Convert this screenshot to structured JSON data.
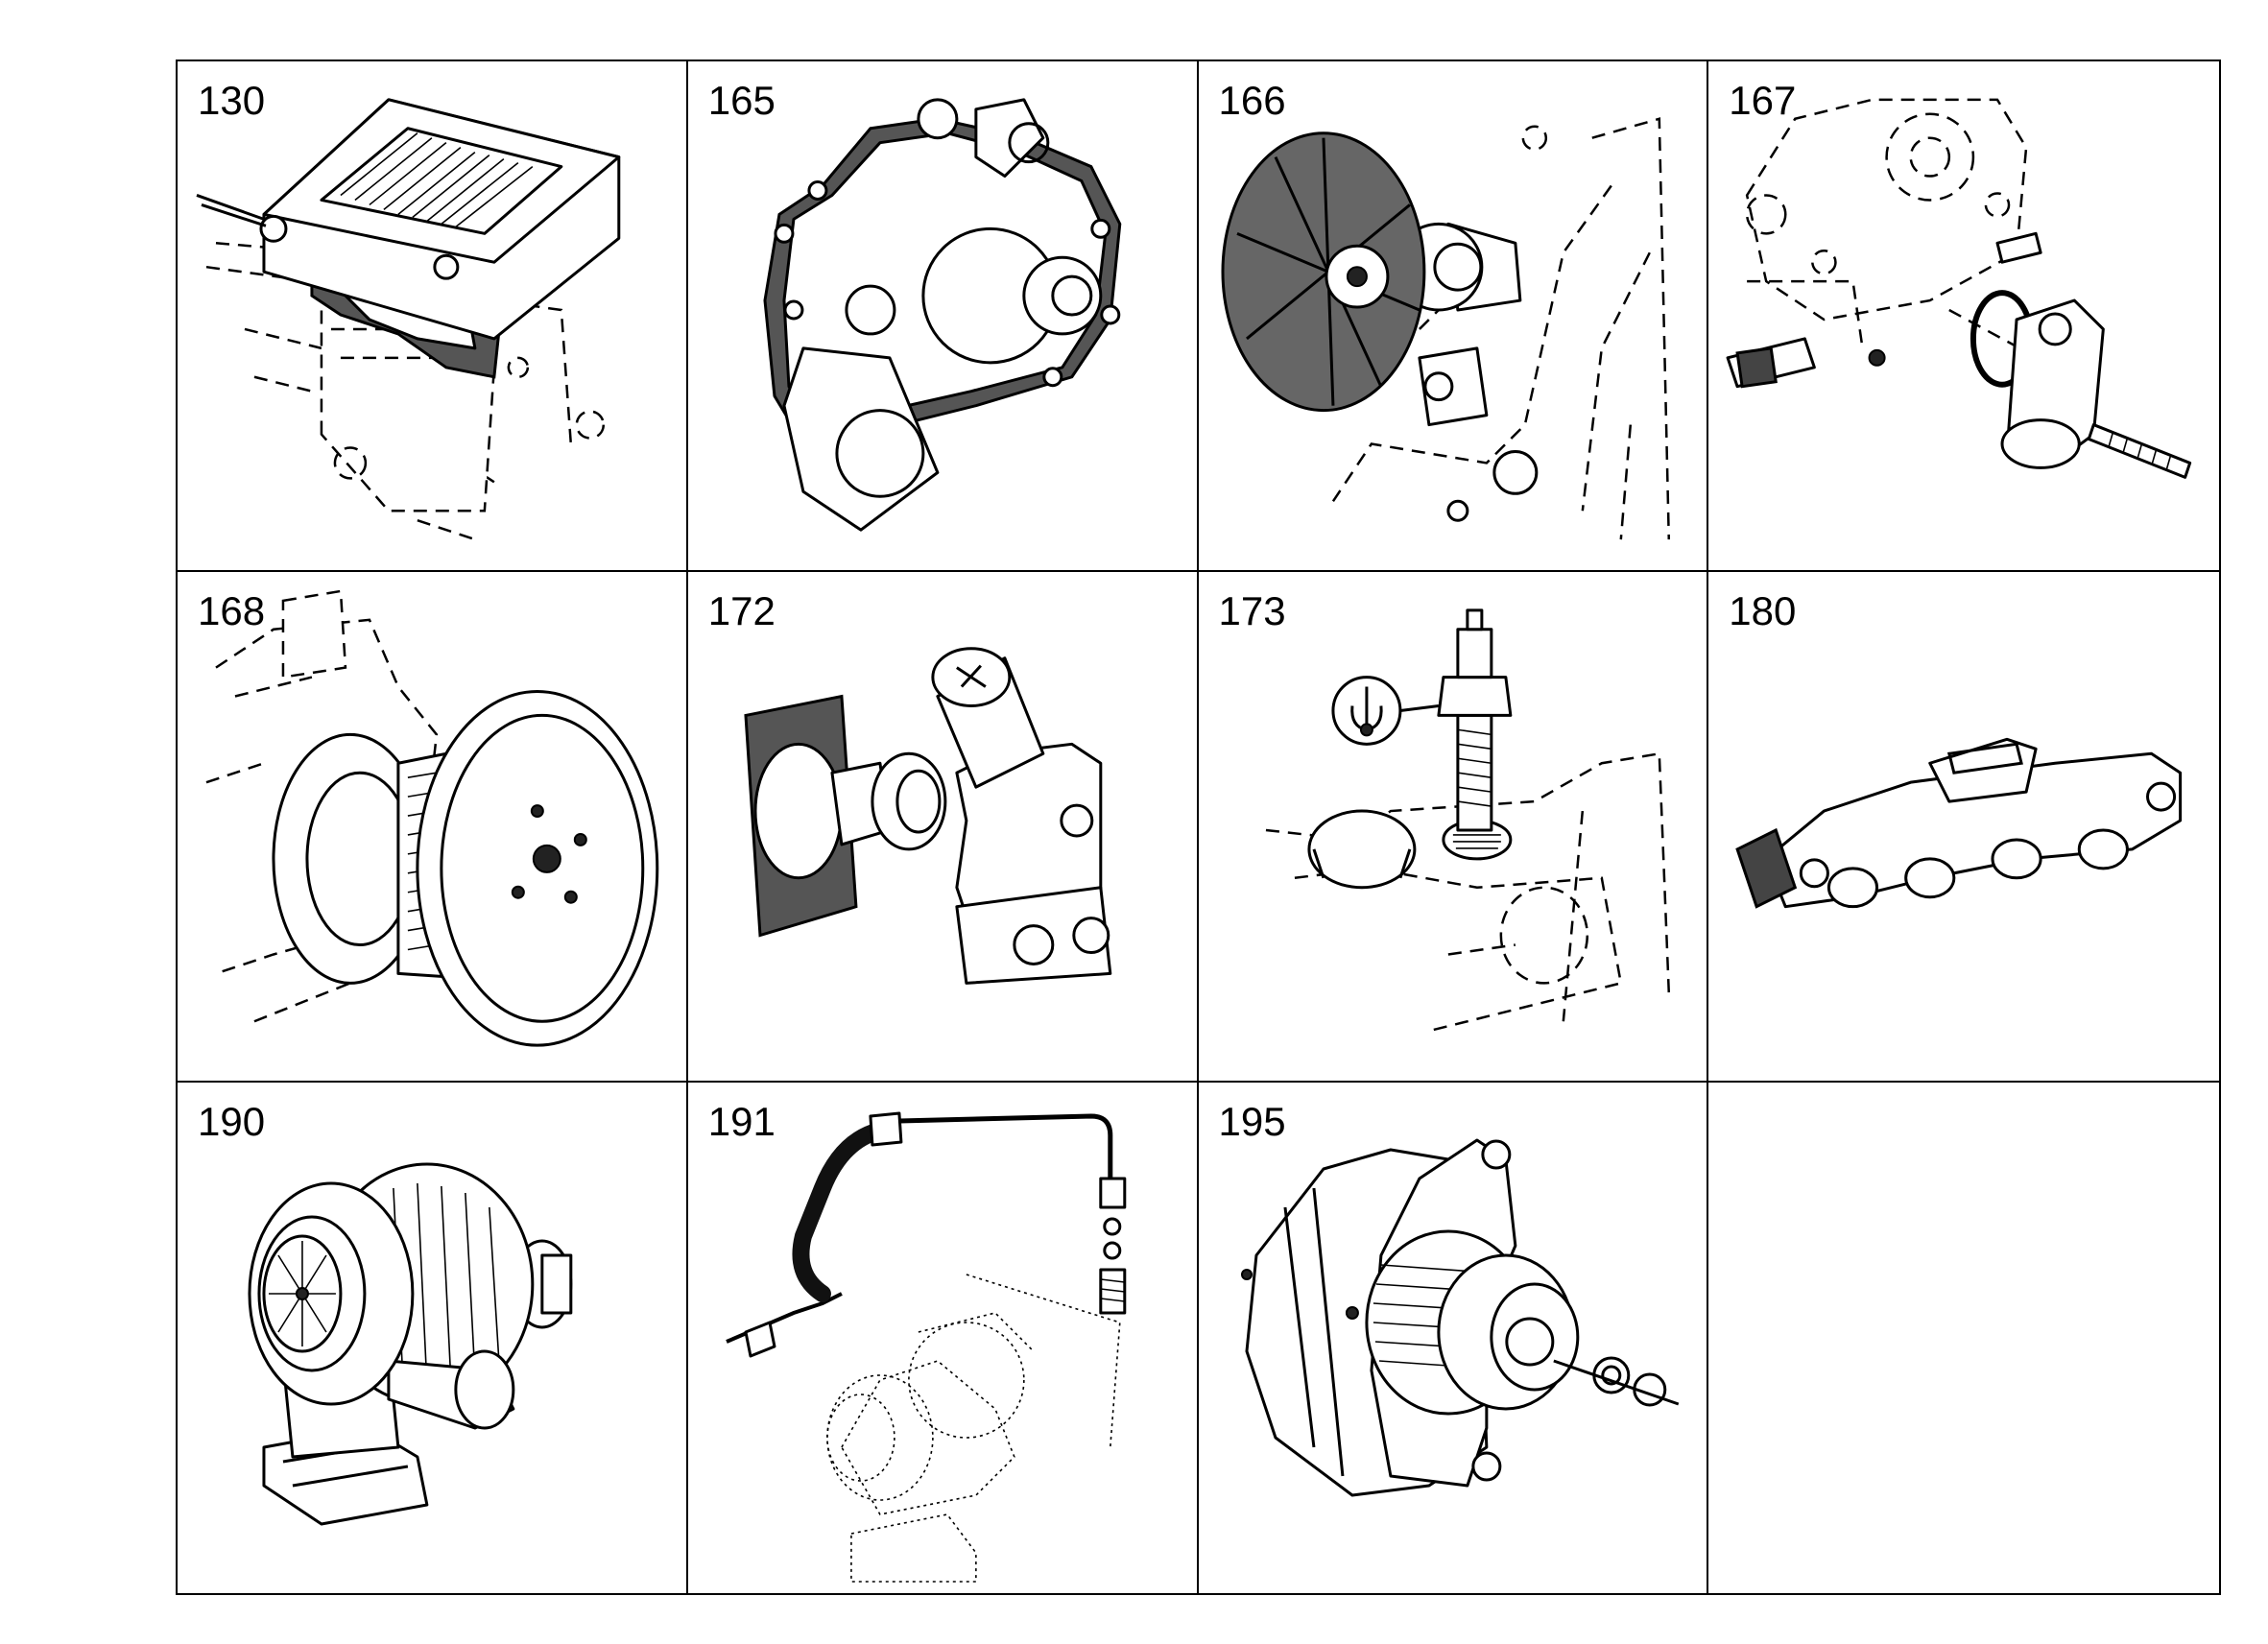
{
  "cells": [
    {
      "label": "130",
      "icon": "oil-cooler-icon"
    },
    {
      "label": "165",
      "icon": "water-pump-icon"
    },
    {
      "label": "166",
      "icon": "fan-hub-icon"
    },
    {
      "label": "167",
      "icon": "thermostat-housing-icon"
    },
    {
      "label": "168",
      "icon": "pulley-icon"
    },
    {
      "label": "172",
      "icon": "thermostat-icon"
    },
    {
      "label": "173",
      "icon": "temperature-sensor-icon"
    },
    {
      "label": "180",
      "icon": "exhaust-manifold-icon"
    },
    {
      "label": "190",
      "icon": "turbocharger-icon"
    },
    {
      "label": "191",
      "icon": "oil-line-icon"
    },
    {
      "label": "195",
      "icon": "alternator-icon"
    },
    {
      "label": "",
      "icon": ""
    }
  ]
}
